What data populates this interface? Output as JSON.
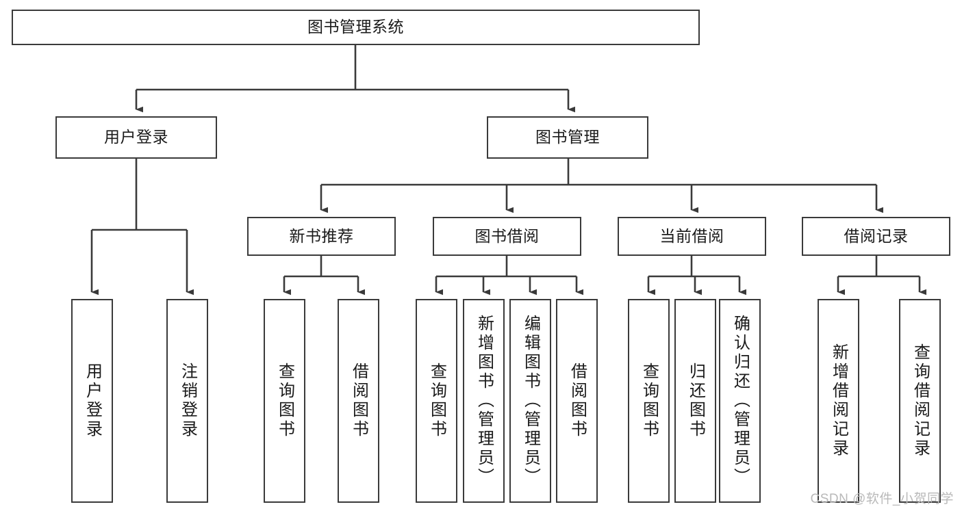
{
  "diagram": {
    "type": "tree",
    "title": "图书管理系统",
    "watermark": "CSDN @软件_小贺同学",
    "colors": {
      "background": "#ffffff",
      "box_border": "#3a3a3a",
      "connector": "#3a3a3a",
      "text": "#1a1a1a",
      "watermark": "#b9b9b9"
    },
    "nodes": {
      "root": {
        "label": "图书管理系统",
        "level": 1
      },
      "l2": [
        {
          "id": "user_login",
          "label": "用户登录",
          "level": 2
        },
        {
          "id": "book_manage",
          "label": "图书管理",
          "level": 2
        }
      ],
      "l3": [
        {
          "id": "new_book_rec",
          "label": "新书推荐",
          "level": 3,
          "parent": "book_manage"
        },
        {
          "id": "book_borrow",
          "label": "图书借阅",
          "level": 3,
          "parent": "book_manage"
        },
        {
          "id": "current_borrow",
          "label": "当前借阅",
          "level": 3,
          "parent": "book_manage"
        },
        {
          "id": "borrow_record",
          "label": "借阅记录",
          "level": 3,
          "parent": "book_manage"
        }
      ],
      "leaves": [
        {
          "id": "leaf_user_login",
          "label": "用户登录",
          "parent": "user_login"
        },
        {
          "id": "leaf_user_logout",
          "label": "注销登录",
          "parent": "user_login"
        },
        {
          "id": "leaf_query_book_1",
          "label": "查询图书",
          "parent": "new_book_rec"
        },
        {
          "id": "leaf_borrow_book_1",
          "label": "借阅图书",
          "parent": "new_book_rec"
        },
        {
          "id": "leaf_query_book_2",
          "label": "查询图书",
          "parent": "book_borrow"
        },
        {
          "id": "leaf_add_book",
          "label": "新增图书（管理员）",
          "parent": "book_borrow"
        },
        {
          "id": "leaf_edit_book",
          "label": "编辑图书（管理员）",
          "parent": "book_borrow"
        },
        {
          "id": "leaf_borrow_book_2",
          "label": "借阅图书",
          "parent": "book_borrow"
        },
        {
          "id": "leaf_query_book_3",
          "label": "查询图书",
          "parent": "current_borrow"
        },
        {
          "id": "leaf_return_book",
          "label": "归还图书",
          "parent": "current_borrow"
        },
        {
          "id": "leaf_confirm_return",
          "label": "确认归还（管理员）",
          "parent": "current_borrow"
        },
        {
          "id": "leaf_add_record",
          "label": "新增借阅记录",
          "parent": "borrow_record"
        },
        {
          "id": "leaf_query_record",
          "label": "查询借阅记录",
          "parent": "borrow_record"
        }
      ]
    }
  }
}
